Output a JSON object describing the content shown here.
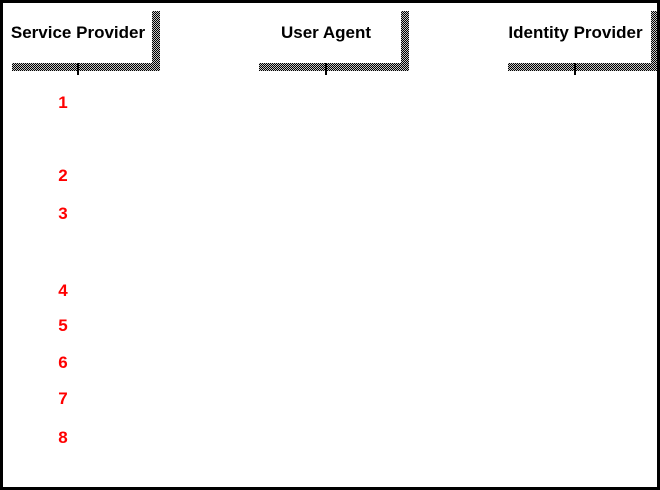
{
  "diagram": {
    "actors": [
      {
        "label": "Service Provider"
      },
      {
        "label": "User Agent"
      },
      {
        "label": "Identity Provider"
      }
    ],
    "steps": [
      "1",
      "2",
      "3",
      "4",
      "5",
      "6",
      "7",
      "8"
    ],
    "colors": {
      "step_number": "#ff0000",
      "box_fill": "#ffffff",
      "label_text": "#000000",
      "frame_border": "#000000",
      "shadow_dark": "#000000",
      "shadow_light": "#c4c4c4"
    }
  }
}
